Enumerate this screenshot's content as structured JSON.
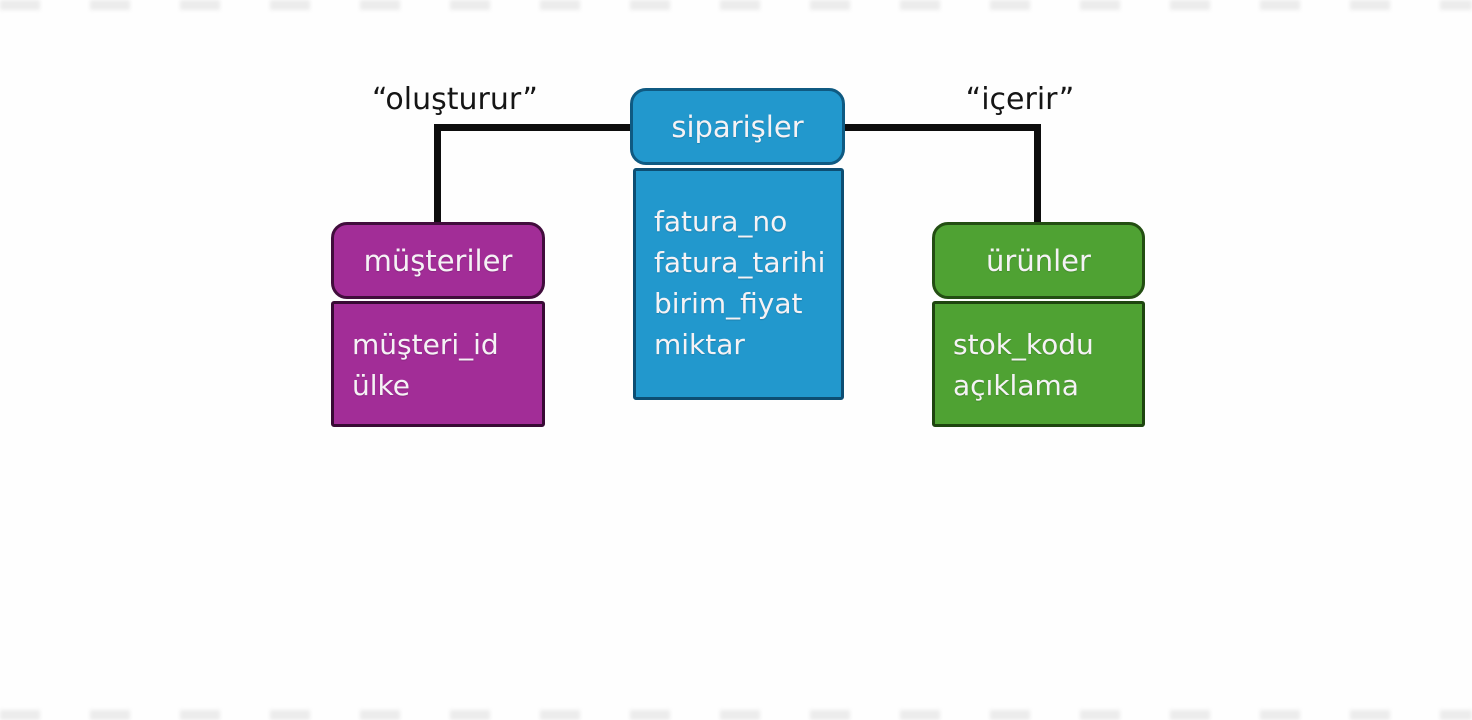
{
  "diagram": {
    "relationships": [
      {
        "label": "“oluşturur”",
        "from": "müşteriler",
        "to": "siparişler"
      },
      {
        "label": "“içerir”",
        "from": "siparişler",
        "to": "ürünler"
      }
    ],
    "entities": [
      {
        "name": "müşteriler",
        "attributes": [
          "müşteri_id",
          "ülke"
        ],
        "fill": "#a22d97",
        "border": "#410d3c"
      },
      {
        "name": "siparişler",
        "attributes": [
          "fatura_no",
          "fatura_tarihi",
          "birim_fiyat",
          "miktar"
        ],
        "fill": "#2298cd",
        "border": "#0f5a82"
      },
      {
        "name": "ürünler",
        "attributes": [
          "stok_kodu",
          "açıklama"
        ],
        "fill": "#4fa233",
        "border": "#234e12"
      }
    ],
    "line_color": "#0d0d0d",
    "text_color": "#f5f2f5",
    "label_color": "#151515"
  }
}
